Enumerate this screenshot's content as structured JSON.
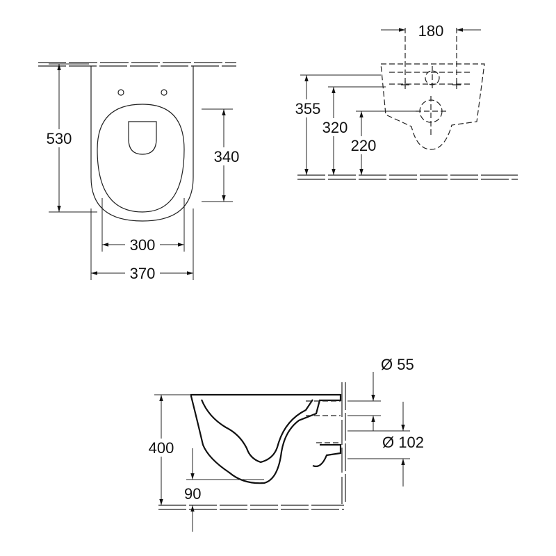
{
  "top_view": {
    "depth_label": "530",
    "seat_depth_label": "340",
    "seat_width_label": "300",
    "total_width_label": "370"
  },
  "wall_view": {
    "fixing_spacing_label": "180",
    "upper_height_label": "355",
    "fixing_height_label": "320",
    "lower_height_label": "220"
  },
  "side_view": {
    "inlet_diameter_label": "Ø 55",
    "outlet_diameter_label": "Ø 102",
    "height_label": "400",
    "outlet_height_label": "90"
  },
  "colors": {
    "line": "#222222",
    "background": "#ffffff"
  }
}
